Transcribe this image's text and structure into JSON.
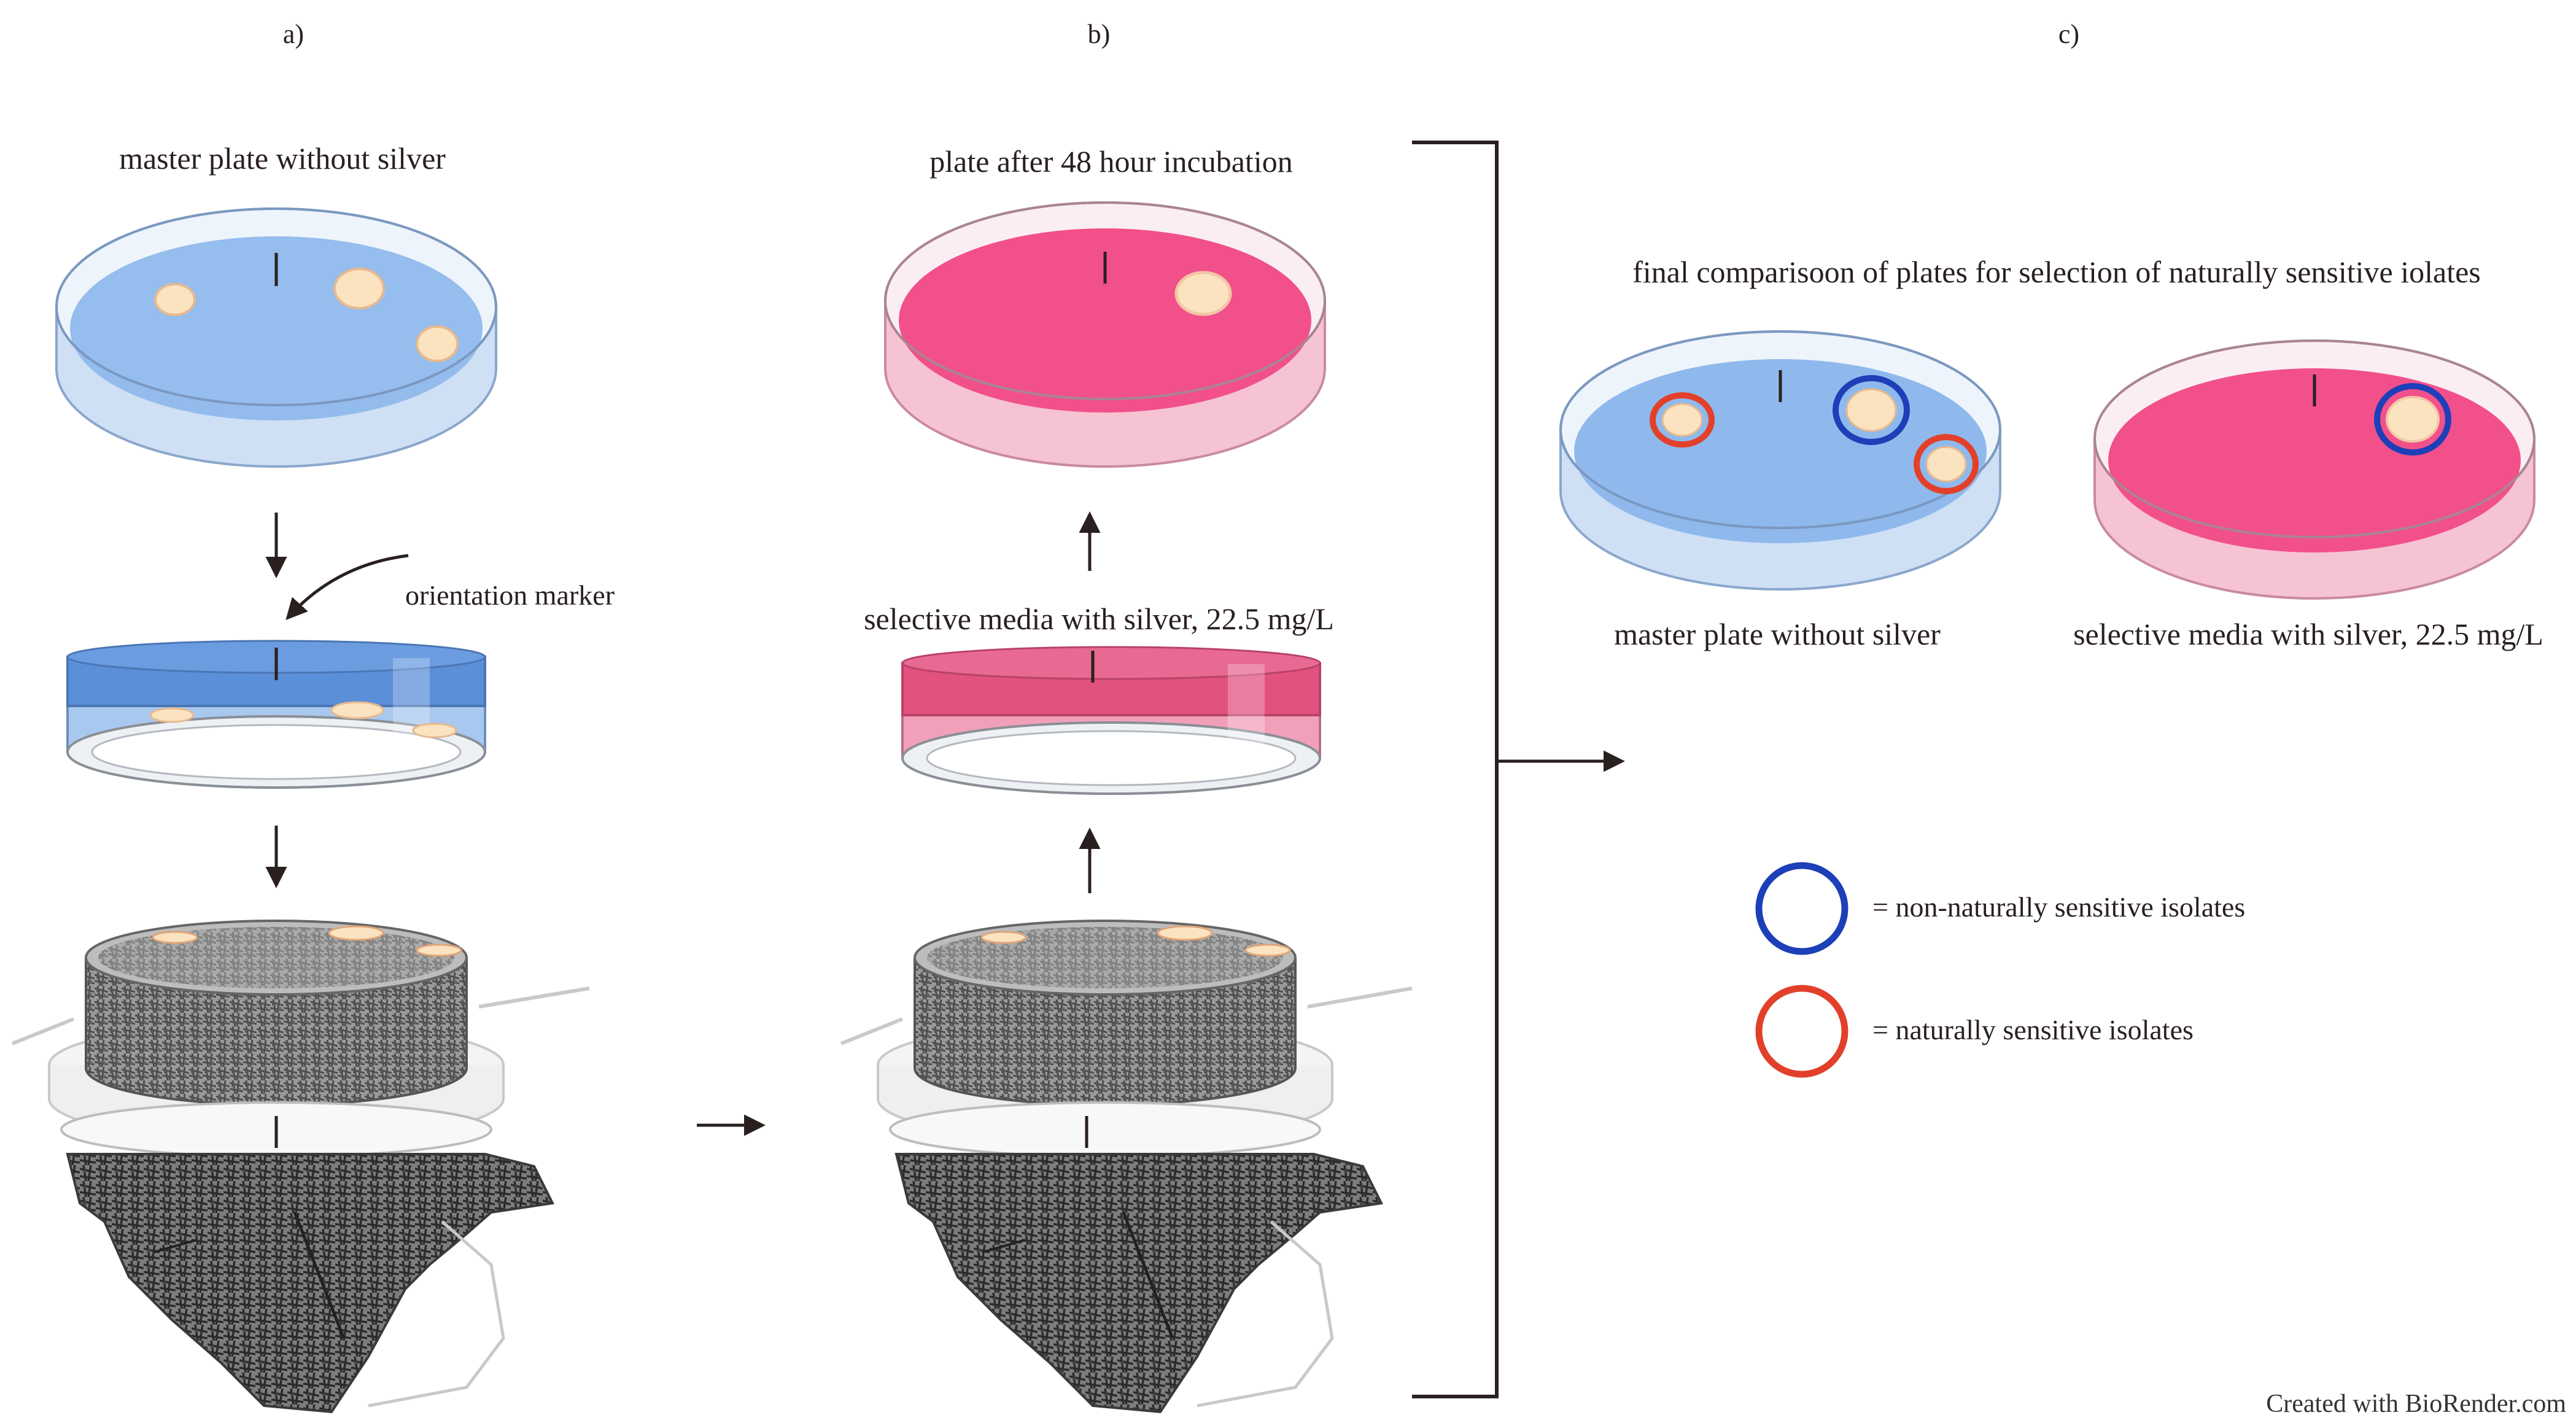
{
  "panels": {
    "a": "a)",
    "b": "b)",
    "c": "c)"
  },
  "panel_a": {
    "title": "master plate without silver",
    "marker_label": "orientation marker"
  },
  "panel_b": {
    "title": "plate after 48 hour incubation",
    "selective_label": "selective media with silver, 22.5 mg/L"
  },
  "panel_c": {
    "title": "final comparisoon of plates for selection of naturally sensitive iolates",
    "left_label": "master plate without silver",
    "right_label": "selective media with silver, 22.5 mg/L"
  },
  "legend": {
    "blue_label": "= non-naturally sensitive isolates",
    "red_label": "= naturally sensitive isolates"
  },
  "credit": "Created with BioRender.com",
  "colors": {
    "master_media": "#8fb9ec",
    "master_rim": "#cfe0f5",
    "selective_media": "#f2508a",
    "selective_rim": "#f6c3d3",
    "colony": "#fbe3c0",
    "blue_ring": "#1d3fb8",
    "red_ring": "#e2402a",
    "line": "#2a2020"
  }
}
